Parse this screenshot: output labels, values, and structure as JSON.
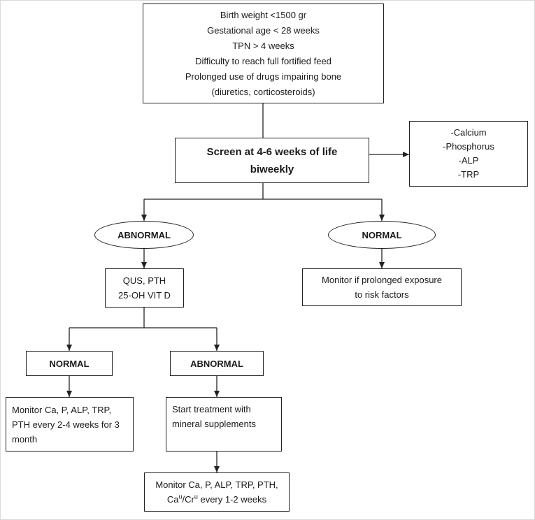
{
  "criteria_box": {
    "lines": [
      "Birth weight <1500 gr",
      "Gestational age < 28 weeks",
      "TPN > 4 weeks",
      "Difficulty to reach full fortified feed",
      "Prolonged use of drugs impairing bone",
      "(diuretics, corticosteroids)"
    ]
  },
  "screen_box": {
    "line1": "Screen at 4-6 weeks of life",
    "line2": "biweekly"
  },
  "tests_box": {
    "lines": [
      "-Calcium",
      "-Phosphorus",
      "-ALP",
      "-TRP"
    ]
  },
  "abnormal_ellipse": {
    "label": "ABNORMAL"
  },
  "normal_ellipse": {
    "label": "NORMAL"
  },
  "qus_box": {
    "lines": [
      "QUS, PTH",
      "25-OH VIT D"
    ]
  },
  "monitor_exposure_box": {
    "lines": [
      "Monitor if prolonged exposure",
      "to risk factors"
    ]
  },
  "normal_box2": {
    "label": "NORMAL"
  },
  "abnormal_box2": {
    "label": "ABNORMAL"
  },
  "monitor_left_box": {
    "lines": [
      "Monitor Ca, P, ALP, TRP,",
      "PTH every 2-4 weeks for 3",
      "month"
    ]
  },
  "treatment_box": {
    "lines": [
      "Start treatment with",
      "mineral supplements"
    ]
  },
  "final_box": {
    "line1": "Monitor Ca, P, ALP, TRP, PTH,",
    "ca": "Ca",
    "ca_sup": "u",
    "slash_cr": "/Cr",
    "cr_sup": "u",
    "rest": " every 1-2 weeks"
  }
}
